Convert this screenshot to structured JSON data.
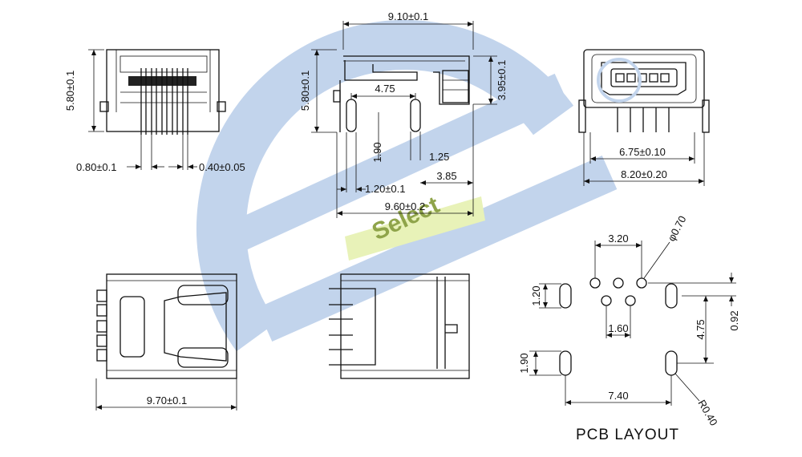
{
  "watermark": {
    "brand": "Select",
    "blue": "#c2d4ec",
    "band": "#e8f2b8",
    "brand_color": "#8fa44a"
  },
  "side_view": {
    "height": "5.80±0.1",
    "pitch": "0.80±0.1",
    "pin_width": "0.40±0.05"
  },
  "front_section": {
    "top_width": "9.10±0.1",
    "height": "5.80±0.1",
    "right_height": "3.95±0.1",
    "peg_spacing": "4.75",
    "peg_length": "1.90",
    "peg_offset": "1.25",
    "peg_width": "1.20±0.1",
    "rear": "3.85",
    "overall": "9.60±0.2"
  },
  "end_view": {
    "pin_span": "6.75±0.10",
    "body_width": "8.20±0.20"
  },
  "bottom_view": {
    "length": "9.70±0.1"
  },
  "pcb_layout": {
    "title": "PCB LAYOUT",
    "pin_span": "3.20",
    "hole_dia": "φ0.70",
    "slot_width": "1.20",
    "pin_offset": "0.92",
    "slot_spacing": "4.75",
    "pin_pitch": "1.60",
    "slot_length": "1.90",
    "slot_span": "7.40",
    "radius": "R0.40"
  }
}
